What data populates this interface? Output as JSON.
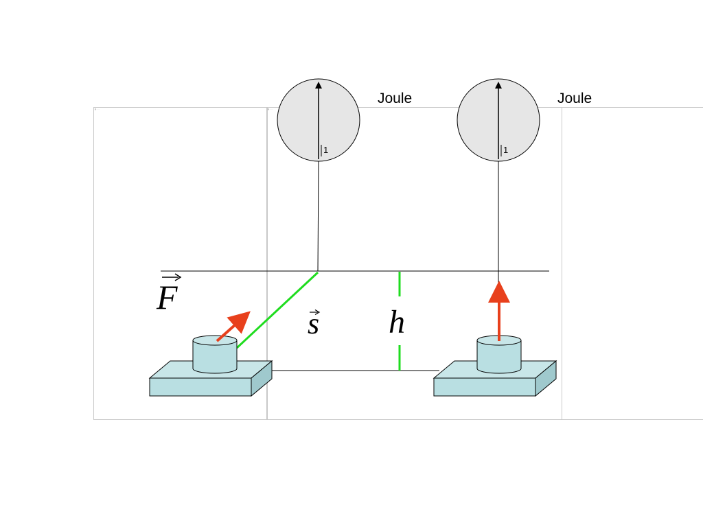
{
  "diagram": {
    "left_scene": {
      "force_symbol": "F",
      "displacement_symbol": "s",
      "meter": {
        "unit": "Joule",
        "scale_mark": "1"
      }
    },
    "right_scene": {
      "height_symbol": "h",
      "meter": {
        "unit": "Joule",
        "scale_mark": "1"
      }
    },
    "colors": {
      "force_arrow": "#e8401c",
      "path_line": "#1fdc1f",
      "block_fill": "#b9dfe2",
      "meter_fill": "#e6e6e6",
      "frame_border": "#c8c8c8"
    }
  }
}
